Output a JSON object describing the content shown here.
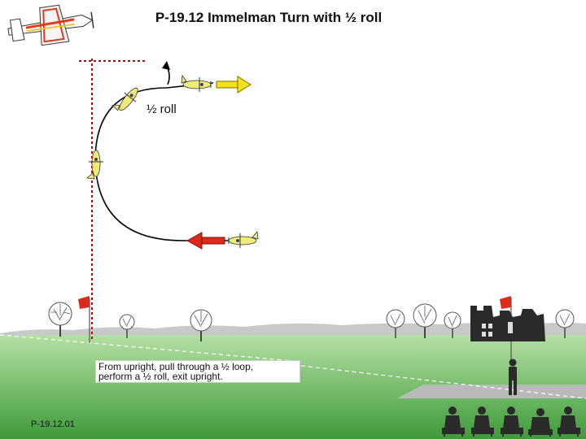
{
  "title": "P-19.12 Immelman Turn with ½ roll",
  "roll_label": "½ roll",
  "description": {
    "line1": "From upright, pull through a ½ loop,",
    "line2": "perform a ½ roll, exit upright."
  },
  "code": "P-19.12.01",
  "colors": {
    "sky": "#ffffff",
    "grass_top": "#a8d99a",
    "grass_bottom": "#3f9a3a",
    "hills": "#c9c9c9",
    "flight_path": "#000000",
    "guide_line": "#cc0000",
    "entry_arrow": "#dd2a1a",
    "exit_arrow": "#f2e21c",
    "plane_body": "#f0ec7a",
    "runway": "#b9b9b9"
  },
  "icons": {
    "model_aircraft": "aerobatic-plane-icon",
    "flags": "red-flag-icon",
    "trees": "tree-icon",
    "judges": "seated-judge-icon",
    "pilot": "pilot-icon",
    "building": "castle-ruin-icon"
  }
}
